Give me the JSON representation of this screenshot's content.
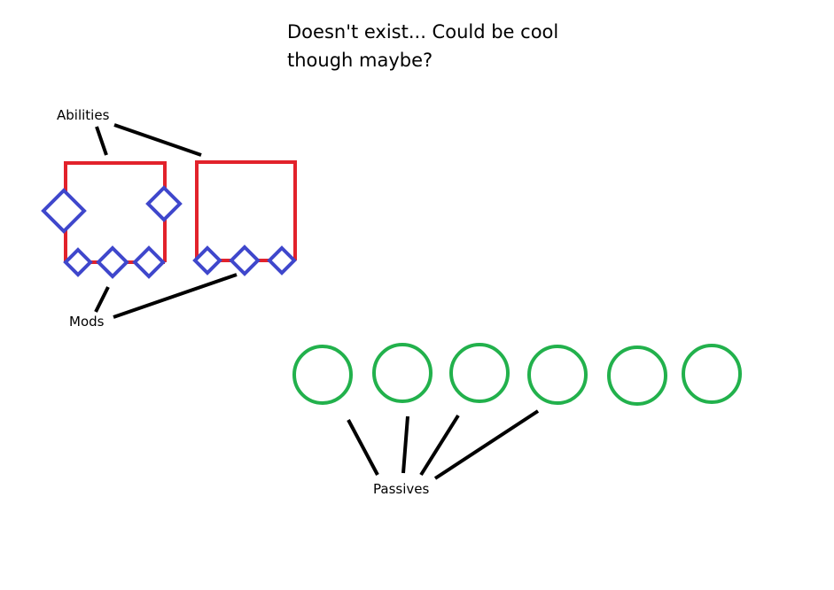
{
  "note": {
    "line1": "Doesn't exist... Could be cool",
    "line2": "though maybe?"
  },
  "labels": {
    "abilities": "Abilities",
    "mods": "Mods",
    "passives": "Passives"
  },
  "abilities": [
    {
      "mods": 5
    },
    {
      "mods": 3
    }
  ],
  "passives": {
    "count": 6,
    "with_leader": 4
  },
  "colors": {
    "ability": "#e2222b",
    "mod": "#3f47cc",
    "passive": "#22b14c",
    "leader": "#000000",
    "text": "#000000"
  }
}
